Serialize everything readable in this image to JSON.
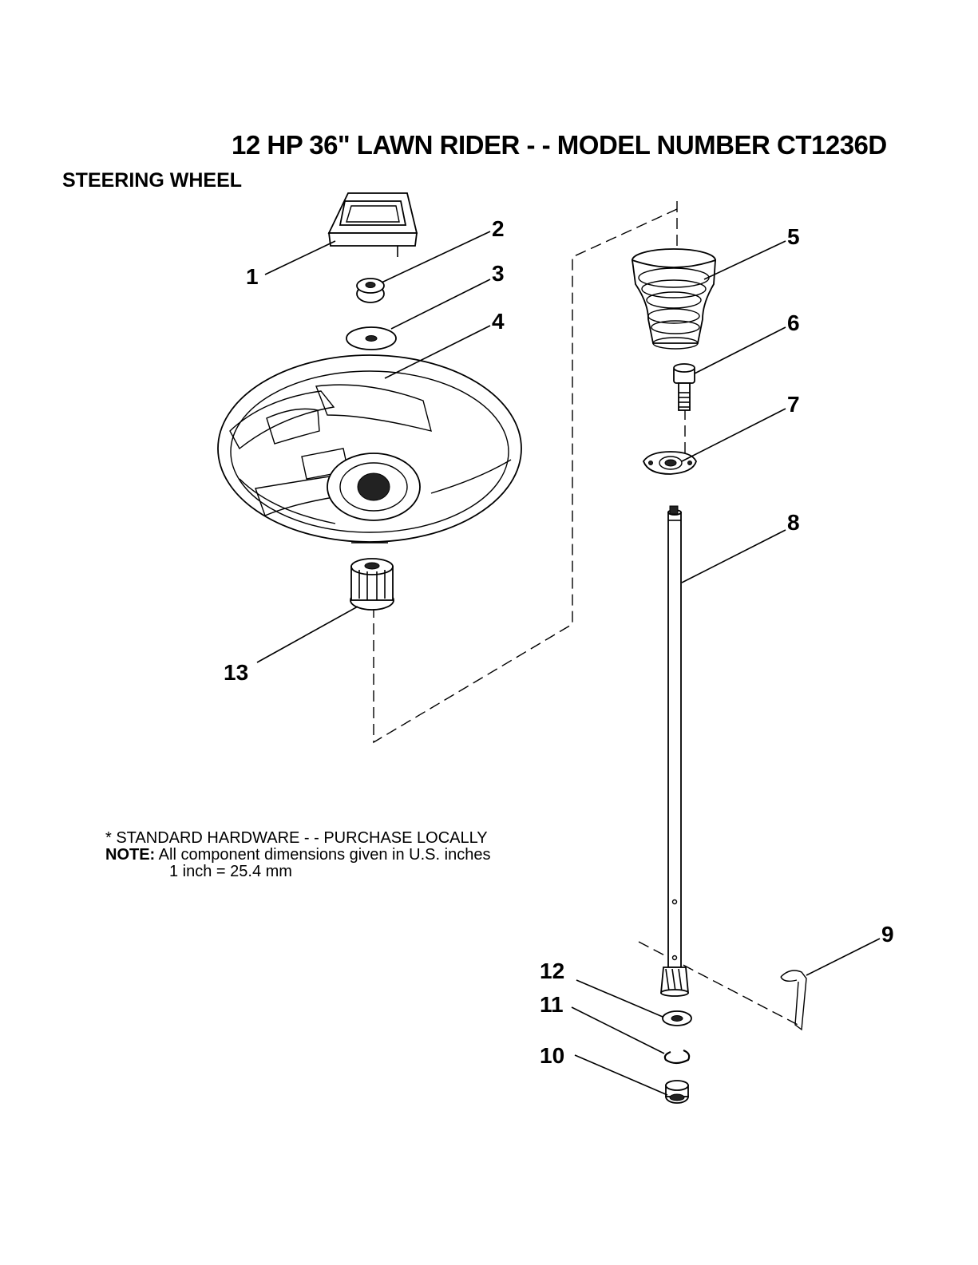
{
  "header": {
    "title": "12 HP 36\" LAWN RIDER - - MODEL NUMBER CT1236D",
    "section": "STEERING WHEEL"
  },
  "notes": {
    "hardware": "* STANDARD HARDWARE - - PURCHASE LOCALLY",
    "note_label": "NOTE:",
    "note_text": "All component dimensions given in U.S. inches",
    "conversion": "1 inch = 25.4 mm"
  },
  "callouts": {
    "c1": "1",
    "c2": "2",
    "c3": "3",
    "c4": "4",
    "c5": "5",
    "c6": "6",
    "c7": "7",
    "c8": "8",
    "c9": "9",
    "c10": "10",
    "c11": "11",
    "c12": "12",
    "c13": "13"
  }
}
